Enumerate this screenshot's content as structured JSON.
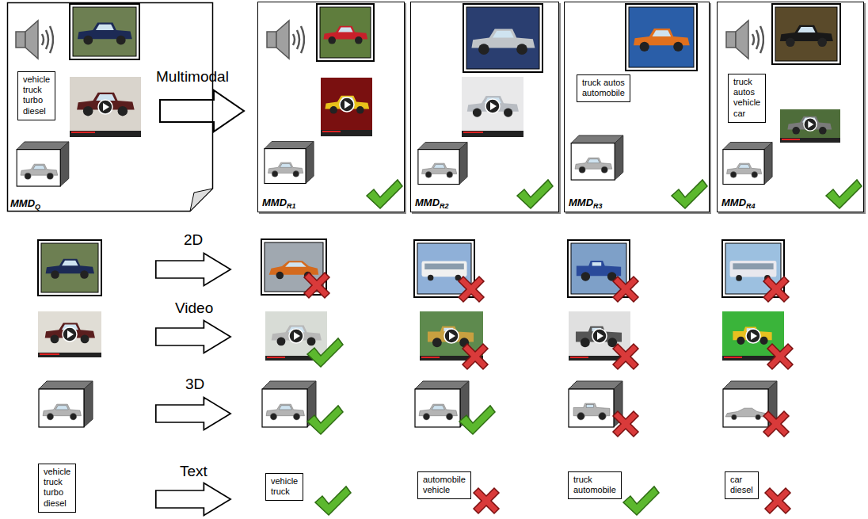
{
  "diagram": {
    "nodes": [
      {
        "text": [
          "MMD",
          "Q"
        ]
      },
      {
        "text": [
          "vehicle truck turbo diesel"
        ],
        "in": 0
      },
      {
        "text": [
          "MMD",
          "R1"
        ]
      },
      {
        "text": [
          "MMD",
          "R2"
        ]
      },
      {
        "text": [
          "MMD",
          "R3"
        ]
      },
      {
        "text": [
          "truck autos automobile"
        ],
        "in": 4
      },
      {
        "text": [
          "MMD",
          "R4"
        ]
      },
      {
        "text": [
          "truck autos vehicle car"
        ],
        "in": 6
      },
      {
        "text": [
          "vehicle truck turbo diesel"
        ]
      },
      {
        "text": [
          "vehicle truck"
        ]
      },
      {
        "text": [
          "automobile vehicle"
        ]
      },
      {
        "text": [
          "truck automobile"
        ]
      },
      {
        "text": [
          "car diesel"
        ]
      }
    ],
    "labels": [
      "Multimodal",
      "2D",
      "Video",
      "3D",
      "Text"
    ]
  }
}
